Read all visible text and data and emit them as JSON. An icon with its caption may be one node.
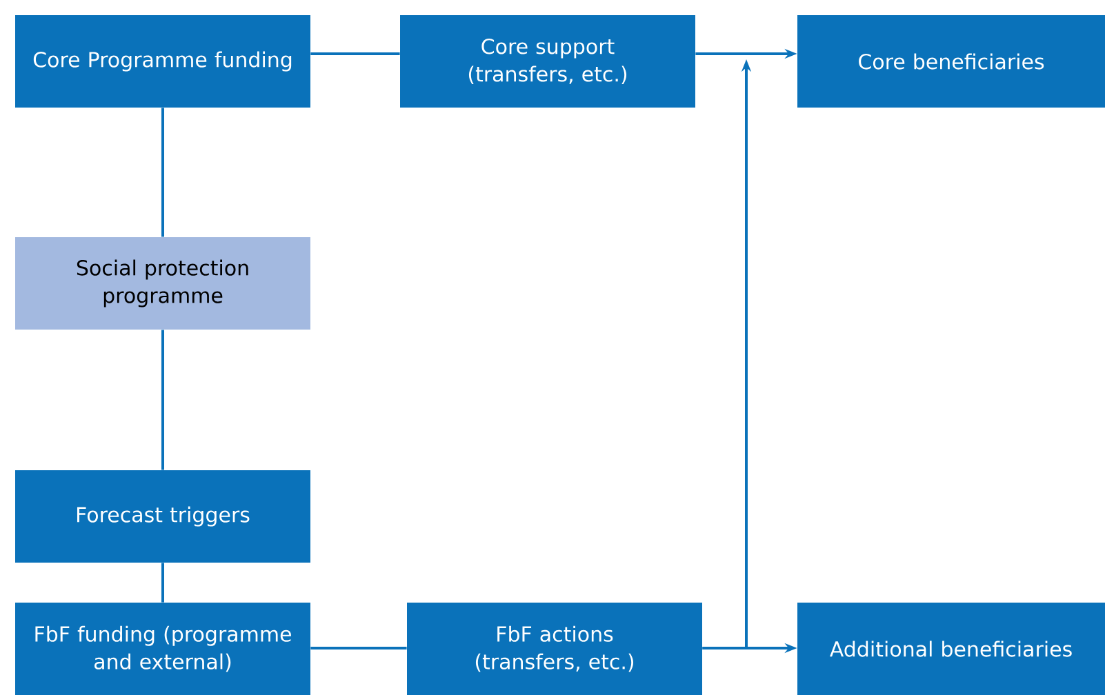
{
  "diagram": {
    "nodes": [
      {
        "text": [
          "Core Programme funding"
        ]
      },
      {
        "text": [
          "Core support (transfers, etc.)"
        ]
      },
      {
        "text": [
          "Core beneficiaries"
        ]
      },
      {
        "text": [
          "Social protection programme"
        ]
      },
      {
        "text": [
          "Forecast triggers"
        ]
      },
      {
        "text": [
          "FbF funding (programme and external)"
        ]
      },
      {
        "text": [
          "FbF actions (transfers, etc.)"
        ]
      },
      {
        "text": [
          "Additional beneficiaries"
        ]
      }
    ],
    "edges": [
      {
        "from": 0,
        "to": 1,
        "arrow": "none"
      },
      {
        "from": 1,
        "to": 2,
        "arrow": "to"
      },
      {
        "from": 0,
        "to": 3,
        "arrow": "none"
      },
      {
        "from": 3,
        "to": 4,
        "arrow": "none"
      },
      {
        "from": 4,
        "to": 5,
        "arrow": "none"
      },
      {
        "from": 5,
        "to": 6,
        "arrow": "none"
      },
      {
        "from": 6,
        "to": 7,
        "arrow": "to"
      },
      {
        "from": 6,
        "to": 2,
        "arrow": "to"
      }
    ]
  }
}
